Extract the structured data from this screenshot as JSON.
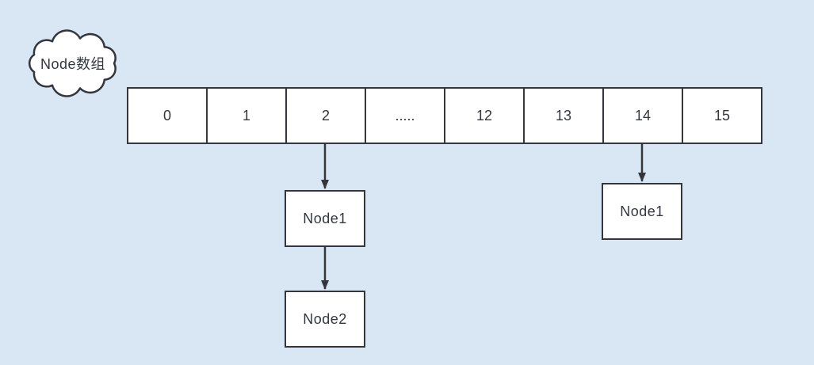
{
  "cloud": {
    "label": "Node数组"
  },
  "array": {
    "cells": [
      "0",
      "1",
      "2",
      ".....",
      "12",
      "13",
      "14",
      "15"
    ]
  },
  "nodes": {
    "node1_left": {
      "label": "Node1"
    },
    "node2_left": {
      "label": "Node2"
    },
    "node1_right": {
      "label": "Node1"
    }
  },
  "colors": {
    "background": "#d9e7f5",
    "shape_fill": "#ffffff",
    "stroke": "#33373d",
    "text": "#33373d"
  }
}
